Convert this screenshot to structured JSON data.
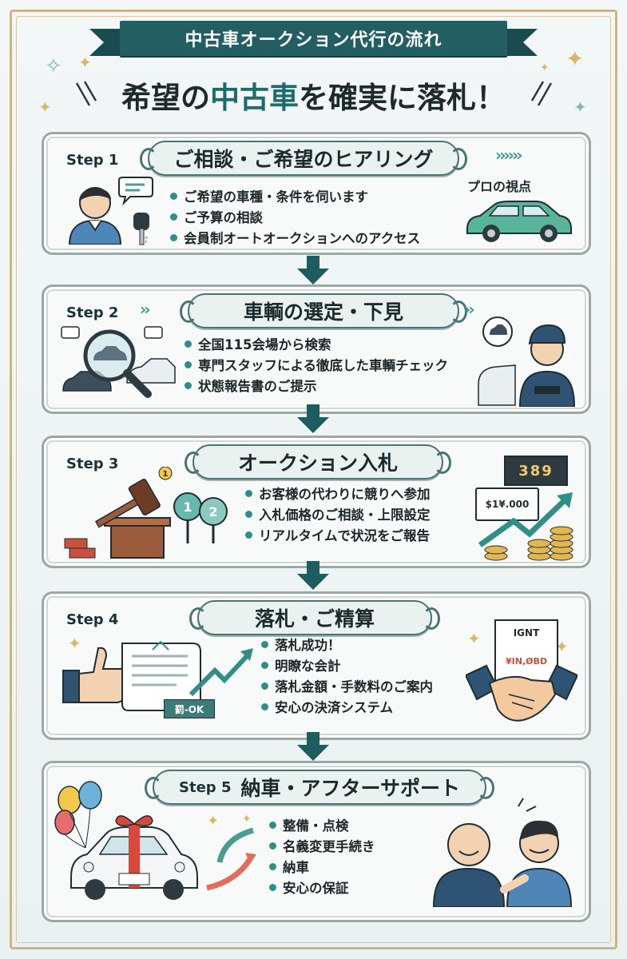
{
  "banner": {
    "title": "中古車オークション代行の流れ"
  },
  "headline": {
    "pre": "希望の",
    "accent": "中古車",
    "post": "を確実に落札！"
  },
  "colors": {
    "teal": "#235e62",
    "accent": "#1d6b6a",
    "bullet": "#2f8f86",
    "gold": "#d8b766"
  },
  "steps": [
    {
      "label": "Step 1",
      "title": "ご相談・ご希望のヒアリング",
      "bullets": [
        "ご希望の車種・条件を伺います",
        "ご予算の相談",
        "会員制オートオークションへのアクセス"
      ],
      "caption": "プロの視点",
      "icons": [
        "person-icon",
        "speech-bubble-icon",
        "car-key-icon",
        "car-icon"
      ]
    },
    {
      "label": "Step 2",
      "title": "車輌の選定・下見",
      "bullets": [
        "全国115会場から検索",
        "専門スタッフによる徹底した車輌チェック",
        "状態報告書のご提示"
      ],
      "icons": [
        "magnifier-car-icon",
        "mechanic-icon"
      ]
    },
    {
      "label": "Step 3",
      "title": "オークション入札",
      "bullets": [
        "お客様の代わりに競りへ参加",
        "入札価格のご相談・上限設定",
        "リアルタイムで状況をご報告"
      ],
      "screen_top": "389",
      "screen_price": "$1¥.000",
      "paddles": [
        "1",
        "2"
      ],
      "icons": [
        "gavel-icon",
        "bid-paddle-icon",
        "monitor-icon",
        "coins-icon"
      ]
    },
    {
      "label": "Step 4",
      "title": "落札・ご精算",
      "bullets": [
        "落札成功！",
        "明瞭な会計",
        "落札金額・手数料のご案内",
        "安心の決済システム"
      ],
      "stamp": "罰-OK",
      "doc_head": "IGNT",
      "doc_amount": "¥IN,ØBD",
      "icons": [
        "thumbs-up-icon",
        "document-icon",
        "handshake-icon"
      ]
    },
    {
      "label": "Step 5",
      "title": "納車・アフターサポート",
      "bullets": [
        "整備・点検",
        "名義変更手続き",
        "納車",
        "安心の保証"
      ],
      "icons": [
        "gift-car-icon",
        "balloons-icon",
        "customers-icon"
      ]
    }
  ]
}
